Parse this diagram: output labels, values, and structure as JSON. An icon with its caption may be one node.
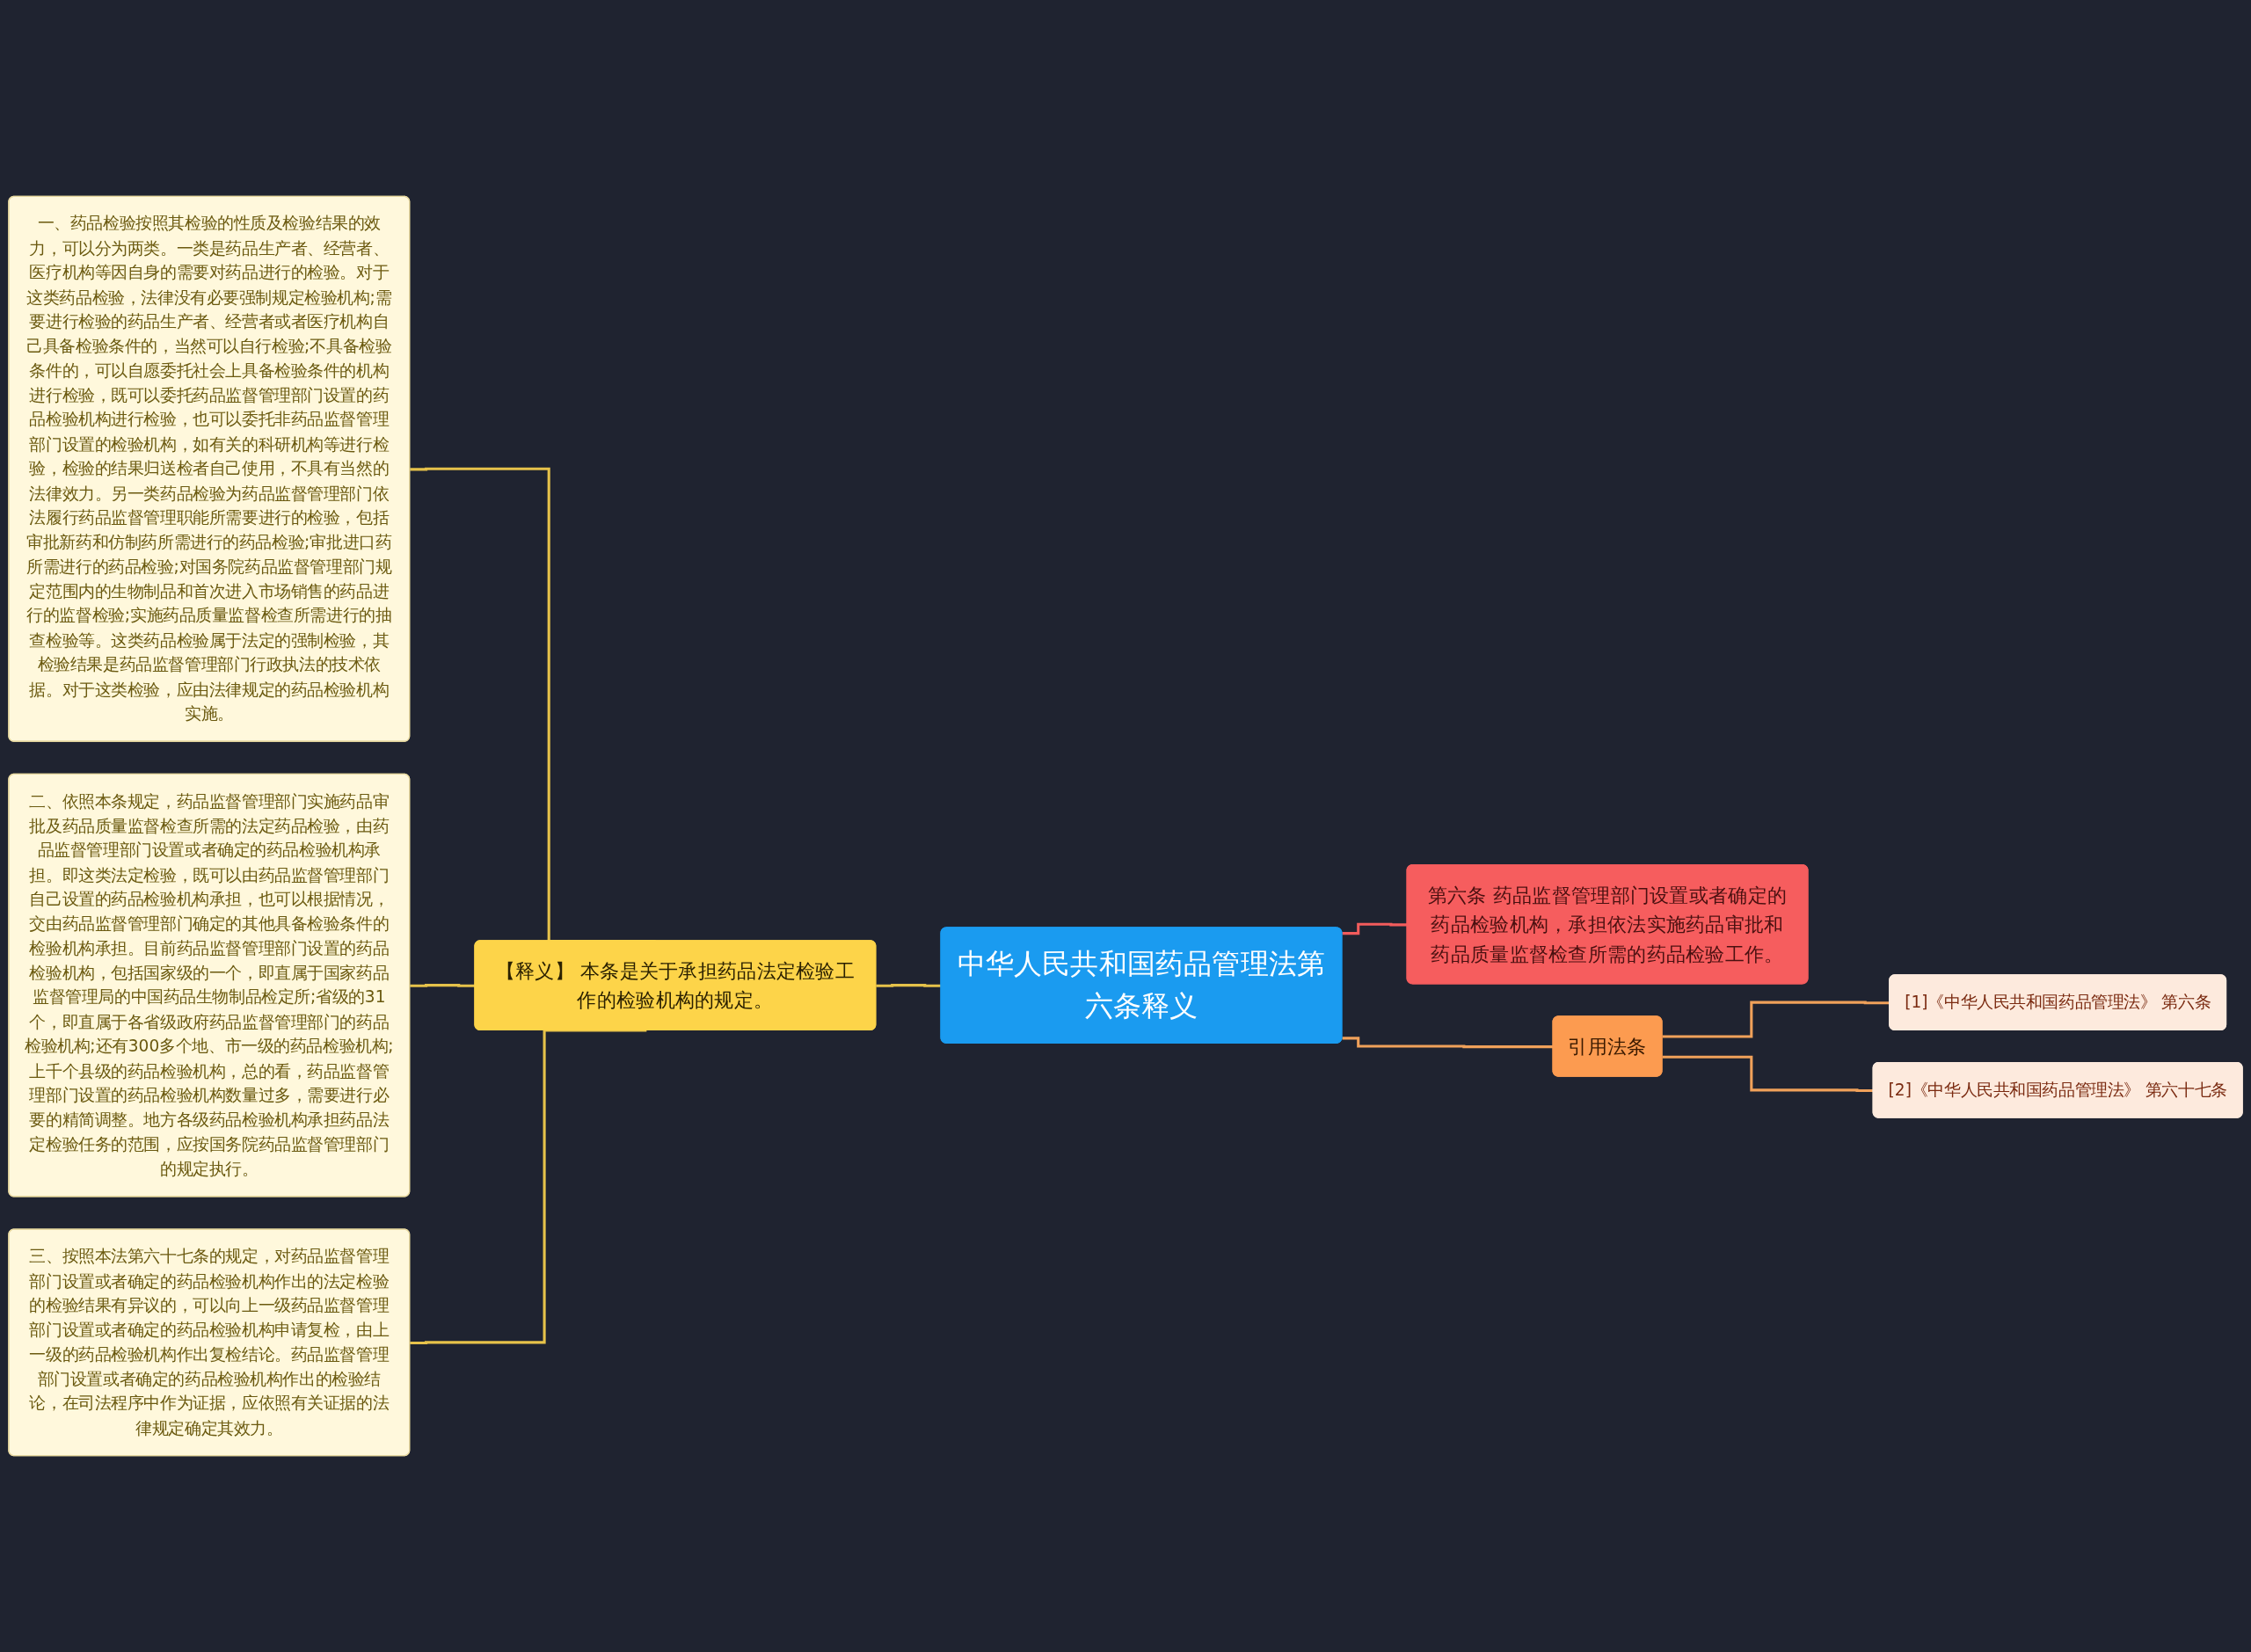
{
  "diagram": {
    "nodes": [
      {
        "text": [
          "中华人民共和国药品管理法第六条释义"
        ]
      },
      {
        "text": [
          "【释义】 本条是关于承担药品法定检验工作的检验机构的规定。"
        ]
      },
      {
        "text": [
          "一、药品检验按照其检验的性质及检验结果的效力，可以分为两类。一类是药品生产者、经营者、医疗机构等因自身的需要对药品进行的检验。对于这类药品检验，法律没有必要强制规定检验机构;需要进行检验的药品生产者、经营者或者医疗机构自己具备检验条件的，当然可以自行检验;不具备检验条件的，可以自愿委托社会上具备检验条件的机构进行检验，既可以委托药品监督管理部门设置的药品检验机构进行检验，也可以委托非药品监督管理部门设置的检验机构，如有关的科研机构等进行检验，检验的结果归送检者自己使用，不具有当然的法律效力。另一类药品检验为药品监督管理部门依法履行药品监督管理职能所需要进行的检验，包括审批新药和仿制药所需进行的药品检验;审批进口药所需进行的药品检验;对国务院药品监督管理部门规定范围内的生物制品和首次进入市场销售的药品进行的监督检验;实施药品质量监督检查所需进行的抽查检验等。这类药品检验属于法定的强制检验，其检验结果是药品监督管理部门行政执法的技术依据。对于这类检验，应由法律规定的药品检验机构实施。"
        ]
      },
      {
        "text": [
          "二、依照本条规定，药品监督管理部门实施药品审批及药品质量监督检查所需的法定药品检验，由药品监督管理部门设置或者确定的药品检验机构承担。即这类法定检验，既可以由药品监督管理部门自己设置的药品检验机构承担，也可以根据情况，交由药品监督管理部门确定的其他具备检验条件的检验机构承担。目前药品监督管理部门设置的药品检验机构，包括国家级的一个，即直属于国家药品监督管理局的中国药品生物制品检定所;省级的31个，即直属于各省级政府药品监督管理部门的药品检验机构;还有300多个地、市一级的药品检验机构;上千个县级的药品检验机构，总的看，药品监督管理部门设置的药品检验机构数量过多，需要进行必要的精简调整。地方各级药品检验机构承担药品法定检验任务的范围，应按国务院药品监督管理部门的规定执行。"
        ]
      },
      {
        "text": [
          "三、按照本法第六十七条的规定，对药品监督管理部门设置或者确定的药品检验机构作出的法定检验的检验结果有异议的，可以向上一级药品监督管理部门设置或者确定的药品检验机构申请复检，由上一级的药品检验机构作出复检结论。药品监督管理部门设置或者确定的药品检验机构作出的检验结论，在司法程序中作为证据，应依照有关证据的法律规定确定其效力。"
        ]
      },
      {
        "text": [
          "第六条 药品监督管理部门设置或者确定的药品检验机构，承担依法实施药品审批和药品质量监督检查所需的药品检验工作。"
        ]
      },
      {
        "text": [
          "引用法条"
        ]
      },
      {
        "text": [
          "[1]《中华人民共和国药品管理法》 第六条"
        ]
      },
      {
        "text": [
          "[2]《中华人民共和国药品管理法》 第六十七条"
        ]
      }
    ],
    "edges": [
      {
        "from": 0,
        "to": 1,
        "arrow": "none"
      },
      {
        "from": 1,
        "to": 2,
        "arrow": "none"
      },
      {
        "from": 1,
        "to": 3,
        "arrow": "none"
      },
      {
        "from": 1,
        "to": 4,
        "arrow": "none"
      },
      {
        "from": 0,
        "to": 5,
        "arrow": "none",
        "color": "#f25c5c"
      },
      {
        "from": 0,
        "to": 6,
        "arrow": "none",
        "color": "#f0a15a"
      },
      {
        "from": 6,
        "to": 7,
        "arrow": "none",
        "color": "#f0a15a"
      },
      {
        "from": 6,
        "to": 8,
        "arrow": "none",
        "color": "#f0a15a"
      }
    ]
  }
}
